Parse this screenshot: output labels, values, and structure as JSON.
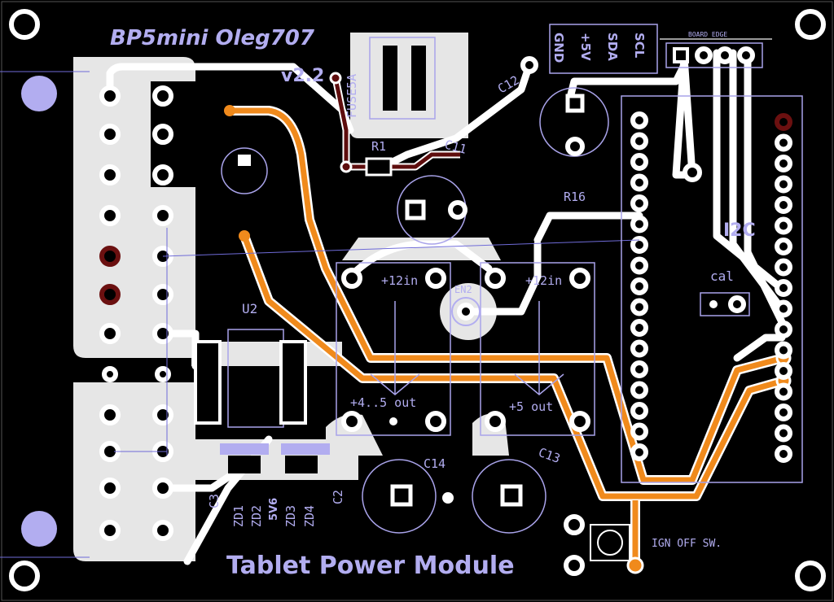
{
  "board": {
    "title": "BP5mini Oleg707",
    "version": "v2.2",
    "footer_title": "Tablet Power Module",
    "colors": {
      "background": "#000000",
      "silkscreen": "#b2adf0",
      "copper_pour": "#e6e6e6",
      "top_trace": "#f08a1c",
      "bottom_trace": "#5e0d0d"
    }
  },
  "labels": {
    "fuse": "FUSE5A",
    "r1": "R1",
    "c11": "C11",
    "c12": "C12",
    "r16": "R16",
    "i2c": "I2C",
    "cal": "cal",
    "u2": "U2",
    "en2": "EN2",
    "c14": "C14",
    "c13": "C13",
    "c3": "C3",
    "zd1": "ZD1",
    "zd2": "ZD2",
    "zener_value": "5V6",
    "zd3": "ZD3",
    "zd4": "ZD4",
    "c2": "C2",
    "ign": "IGN OFF SW.",
    "board_edge": "BOARD EDGE"
  },
  "regulators": [
    {
      "input": "+12in",
      "output": "+4..5 out"
    },
    {
      "input": "+12in",
      "output": "+5 out"
    }
  ],
  "i2c_connector": [
    "GND",
    "+5V",
    "SDA",
    "SCL"
  ]
}
